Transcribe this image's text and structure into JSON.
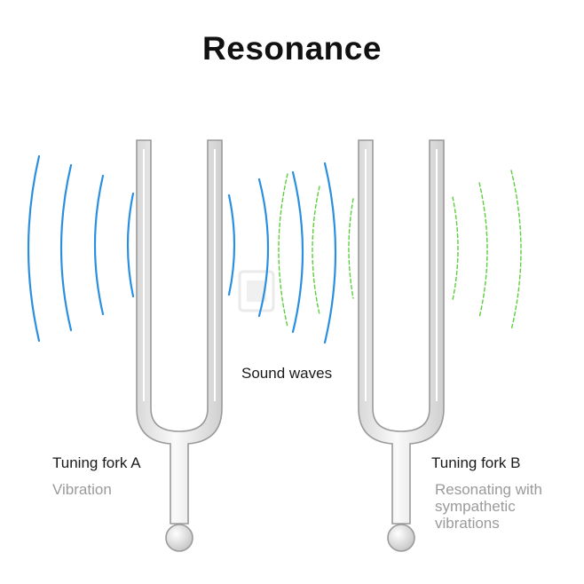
{
  "title": "Resonance",
  "sound_waves_label": "Sound waves",
  "fork_a": {
    "name": "Tuning fork A",
    "state": "Vibration"
  },
  "fork_b": {
    "name": "Tuning fork B",
    "state_lines": [
      "Resonating with",
      "sympathetic",
      "vibrations"
    ]
  },
  "colors": {
    "active_wave": "#2b8fe0",
    "resonant_wave": "#5ccf3c",
    "fork_fill": "#f7f7f7",
    "fork_stroke": "#9a9a9a",
    "watermark": "#d6d6d6"
  }
}
